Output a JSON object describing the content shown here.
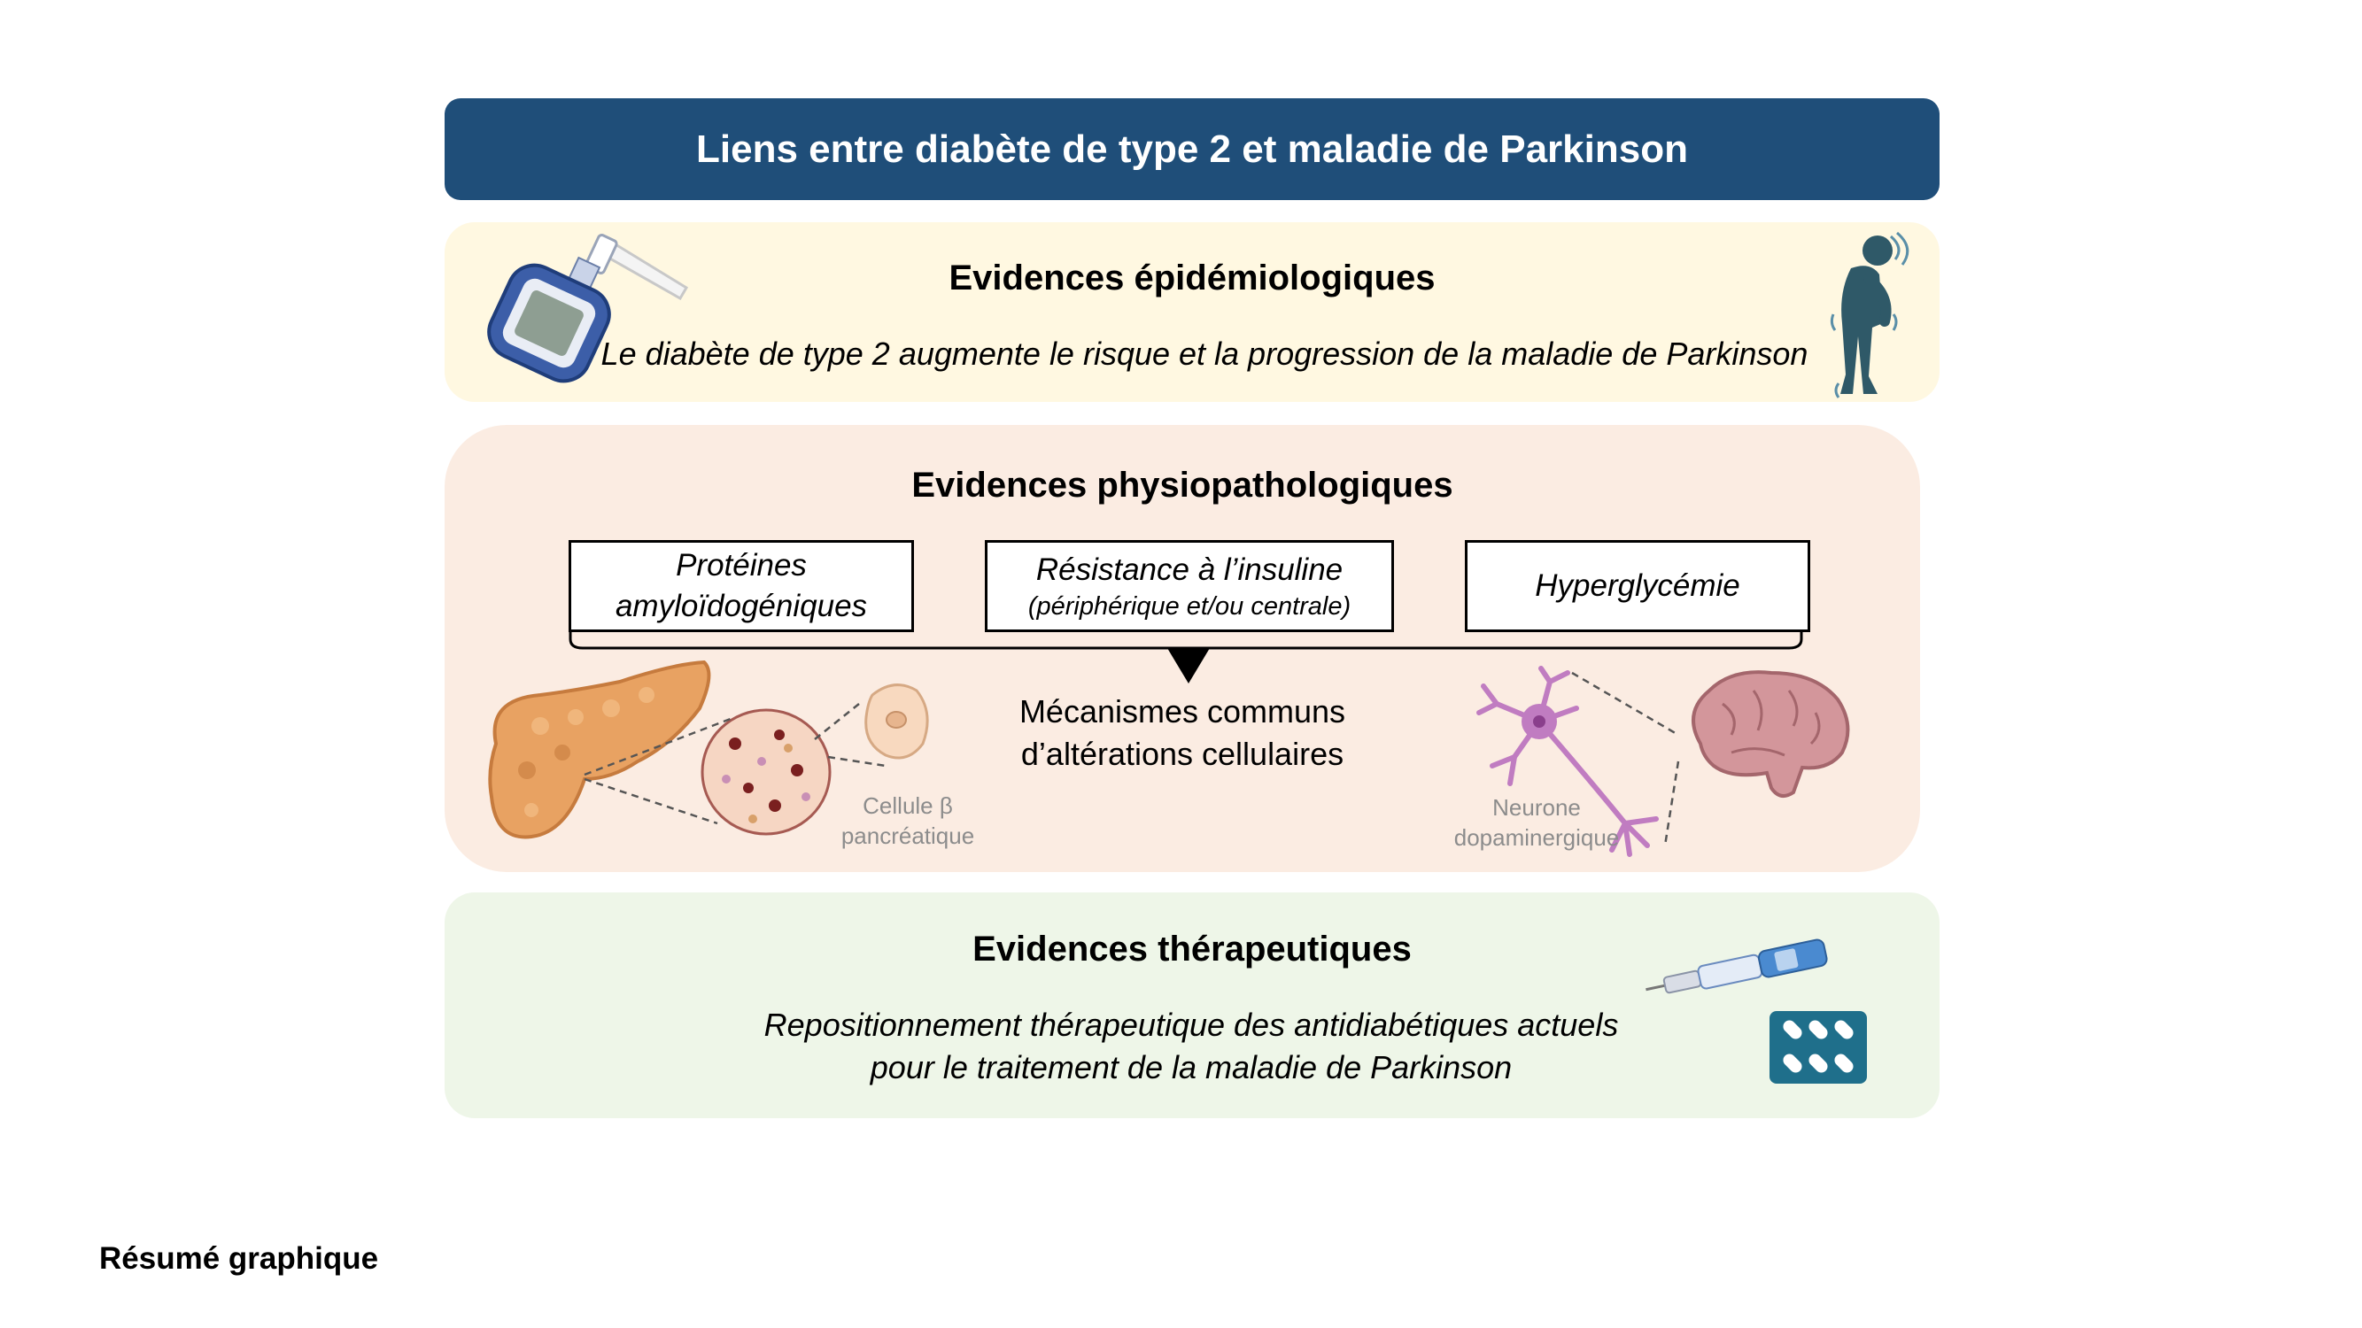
{
  "title": "Liens entre diabète de type 2 et maladie de Parkinson",
  "epidemiology": {
    "heading": "Evidences épidémiologiques",
    "text": "Le diabète de type 2 augmente le risque et la progression de la maladie de Parkinson",
    "icons": [
      "glucometer-icon",
      "parkinson-patient-icon"
    ]
  },
  "physiopathology": {
    "heading": "Evidences physiopathologiques",
    "boxes": [
      {
        "line1": "Protéines",
        "line2": "amyloïdogéniques"
      },
      {
        "line1": "Résistance à l’insuline",
        "line2": "(périphérique et/ou centrale)"
      },
      {
        "line1": "Hyperglycémie"
      }
    ],
    "mechanisms": {
      "line1": "Mécanismes communs",
      "line2": "d’altérations cellulaires"
    },
    "beta_cell_label": {
      "line1": "Cellule β",
      "line2": "pancréatique"
    },
    "neuron_label": {
      "line1": "Neurone",
      "line2": "dopaminergique"
    },
    "icons": [
      "pancreas-icon",
      "islet-icon",
      "beta-cell-icon",
      "neuron-icon",
      "brain-icon"
    ]
  },
  "therapeutics": {
    "heading": "Evidences thérapeutiques",
    "line1": "Repositionnement thérapeutique des antidiabétiques actuels",
    "line2": "pour le traitement de la maladie de Parkinson",
    "icons": [
      "insulin-pen-icon",
      "pill-blister-icon"
    ]
  },
  "footer": "Résumé graphique",
  "colors": {
    "title_bar": "#1f4e79",
    "epi_panel": "#fff8e1",
    "physio_panel": "#fbece2",
    "thera_panel": "#eef6e8"
  }
}
